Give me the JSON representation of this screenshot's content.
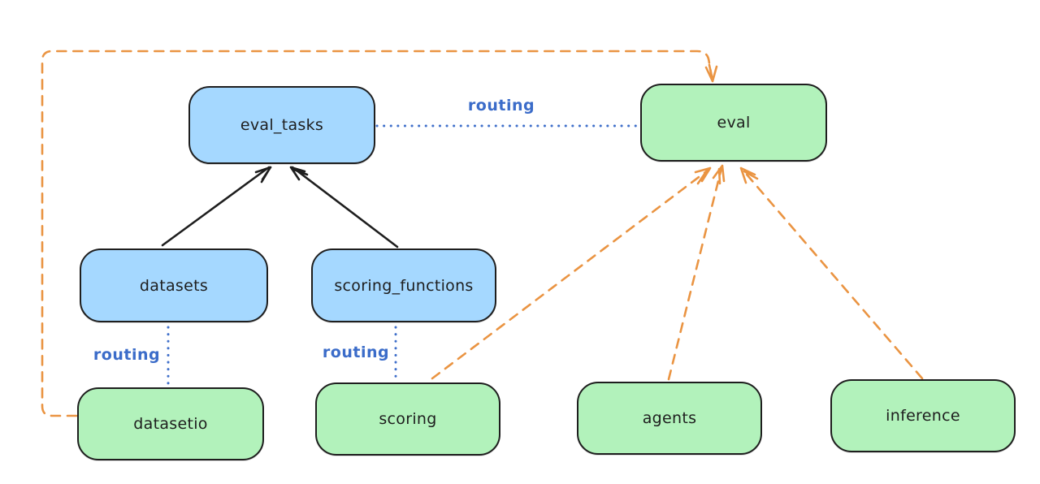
{
  "nodes": {
    "eval_tasks": {
      "label": "eval_tasks",
      "type": "api"
    },
    "eval": {
      "label": "eval",
      "type": "provider"
    },
    "datasets": {
      "label": "datasets",
      "type": "api"
    },
    "scoring_functions": {
      "label": "scoring_functions",
      "type": "api"
    },
    "datasetio": {
      "label": "datasetio",
      "type": "provider"
    },
    "scoring": {
      "label": "scoring",
      "type": "provider"
    },
    "agents": {
      "label": "agents",
      "type": "provider"
    },
    "inference": {
      "label": "inference",
      "type": "provider"
    }
  },
  "edge_labels": {
    "eval_tasks_to_eval": "routing",
    "datasets_to_datasetio": "routing",
    "scoring_functions_to_scoring": "routing"
  },
  "edges": [
    {
      "from": "datasets",
      "to": "eval_tasks",
      "style": "solid-black-arrow"
    },
    {
      "from": "scoring_functions",
      "to": "eval_tasks",
      "style": "solid-black-arrow"
    },
    {
      "from": "eval_tasks",
      "to": "eval",
      "style": "dotted-blue",
      "label": "routing"
    },
    {
      "from": "datasets",
      "to": "datasetio",
      "style": "dotted-blue",
      "label": "routing"
    },
    {
      "from": "scoring_functions",
      "to": "scoring",
      "style": "dotted-blue",
      "label": "routing"
    },
    {
      "from": "datasetio",
      "to": "eval",
      "style": "dashed-orange-arrow",
      "route": "left-loop-over-top"
    },
    {
      "from": "scoring",
      "to": "eval",
      "style": "dashed-orange-arrow"
    },
    {
      "from": "agents",
      "to": "eval",
      "style": "dashed-orange-arrow"
    },
    {
      "from": "inference",
      "to": "eval",
      "style": "dashed-orange-arrow"
    }
  ],
  "colors": {
    "api_fill": "#a5d8ff",
    "provider_fill": "#b2f2bb",
    "stroke": "#1e1e1e",
    "routing_blue": "#3f6fca",
    "orange": "#ea9442",
    "background": "#ffffff"
  }
}
